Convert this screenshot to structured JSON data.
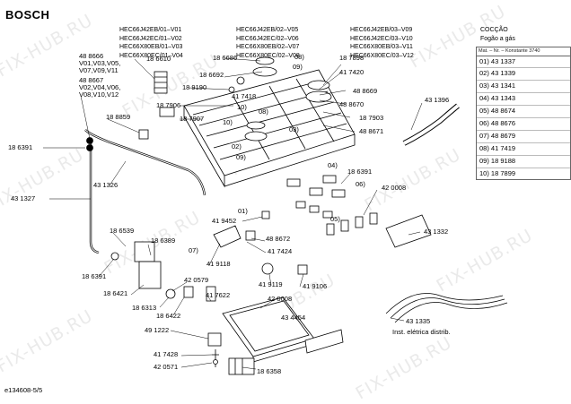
{
  "brand": "BOSCH",
  "header": {
    "col1": [
      "HEC66J42EB/01–V01",
      "HEC66J42EC/01–V02",
      "HEC66X80EB/01–V03",
      "HEC66X80EC/01–V04"
    ],
    "col2": [
      "HEC66J42EB/02–V05",
      "HEC66J42EC/02–V06",
      "HEC66X80EB/02–V07",
      "HEC66X80EC/02–V08"
    ],
    "col3": [
      "HEC66J42EB/03–V09",
      "HEC66J42EC/03–V10",
      "HEC66X80EB/03–V11",
      "HEC66X80EC/03–V12"
    ],
    "section": [
      "COCÇÃO",
      "Fogão a gás"
    ]
  },
  "legend": {
    "header": "Mat. – Nr. – Konstante 3740",
    "rows": [
      "01)  43 1337",
      "02)  43 1339",
      "03)  43 1341",
      "04)  43 1343",
      "05)  48 8674",
      "06)  48 8676",
      "07)  48 8679",
      "08)  41 7419",
      "09)  18 9188",
      "10)  18 7899"
    ]
  },
  "labels": {
    "l488666": "48 8666",
    "l_v01": "V01,V03,V05,",
    "l_v07": "V07,V09,V11",
    "l488667": "48 8667",
    "l_v02": "V02,V04,V06,",
    "l_v08": "V08,V10,V12",
    "l186610": "18 6610",
    "l186686": "18 6686",
    "l186692": "18 6692",
    "l189190": "18 9190",
    "l417418": "41 7418",
    "l187906": "18 7906",
    "l187907": "18 7907",
    "l188859": "18 8859",
    "l186391a": "18 6391",
    "l431327": "43 1327",
    "l431326": "43 1326",
    "l187898": "18 7898",
    "l417420": "41 7420",
    "l488669": "48 8669",
    "l488670": "48 8670",
    "l187903": "18 7903",
    "l488671": "48 8671",
    "l431396": "43 1396",
    "l186391b": "18 6391",
    "l420008a": "42 0008",
    "l431332": "43 1332",
    "l419452": "41 9452",
    "l488672": "48 8672",
    "l417424": "41 7424",
    "l419118": "41 9118",
    "l186539": "18 6539",
    "l186389": "18 6389",
    "l186391c": "18 6391",
    "l186421": "18 6421",
    "l420579": "42 0579",
    "l419119": "41 9119",
    "l419106": "41 9106",
    "l420008b": "42 0008",
    "l186313": "18 6313",
    "l186422": "18 6422",
    "l417622": "41 7622",
    "l434454": "43 4454",
    "l491222": "49 1222",
    "l417428": "41 7428",
    "l420571": "42 0571",
    "l186358": "18 6358",
    "l431335": "43 1335",
    "inst": "Inst. elétrica distrib.",
    "c08": "08)",
    "c09a": "09)",
    "c10a": "10)",
    "c08b": "08)",
    "c10b": "10)",
    "c03": "03)",
    "c02": "02)",
    "c09b": "09)",
    "c04": "04)",
    "c06": "06)",
    "c01": "01)",
    "c05": "05)",
    "c07": "07)"
  },
  "footer": "e134608-5/5",
  "watermark": "FIX-HUB.RU"
}
